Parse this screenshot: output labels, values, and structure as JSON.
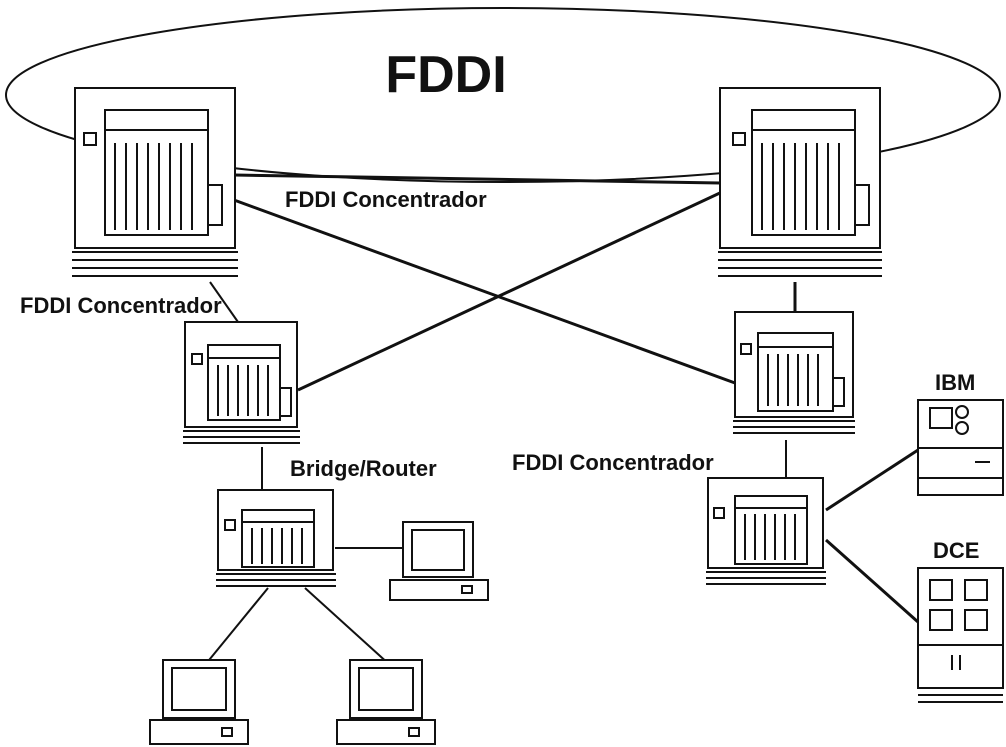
{
  "diagram": {
    "ring_label": "FDDI",
    "labels": {
      "concentrador_top": "FDDI Concentrador",
      "concentrador_left": "FDDI Concentrador",
      "concentrador_right": "FDDI Concentrador",
      "bridge_router": "Bridge/Router",
      "ibm": "IBM",
      "dce": "DCE"
    }
  }
}
